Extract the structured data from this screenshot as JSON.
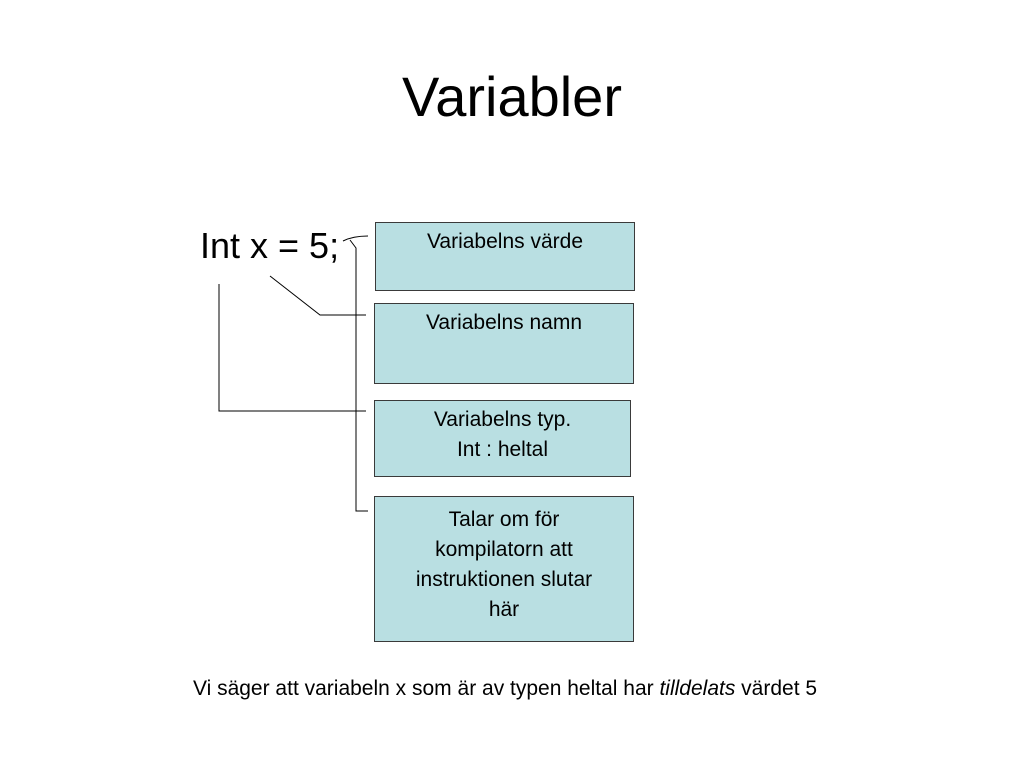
{
  "slide": {
    "title": "Variabler",
    "code": "Int x = 5;",
    "boxes": {
      "value": [
        "Variabelns värde"
      ],
      "name": [
        "Variabelns namn"
      ],
      "type": [
        "Variabelns typ.",
        "Int : heltal"
      ],
      "semicolon": [
        "Talar om för",
        "kompilatorn att",
        "instruktionen slutar",
        "här"
      ]
    },
    "caption": {
      "before": "Vi säger att variabeln x som är av typen heltal har ",
      "emphasis": "tilldelats",
      "after": " värdet 5"
    }
  },
  "colors": {
    "box_fill": "#b9dfe2",
    "box_border": "#3a3a3a",
    "connector": "#000000"
  }
}
